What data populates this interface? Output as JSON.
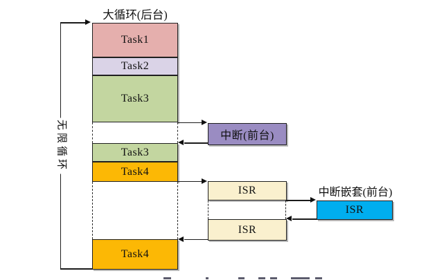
{
  "title": "大循环(后台)",
  "loop_label": "无限循环",
  "tasks": {
    "task1": {
      "label": "Task1",
      "color": "#E5AFAD"
    },
    "task2": {
      "label": "Task2",
      "color": "#DAD3E7"
    },
    "task3": {
      "label": "Task3",
      "color": "#C3D6A0"
    },
    "task3_resume": {
      "label": "Task3",
      "color": "#C3D6A0"
    },
    "task4": {
      "label": "Task4",
      "color": "#FCB805"
    },
    "task4_resume": {
      "label": "Task4",
      "color": "#FCB805"
    }
  },
  "interrupt": {
    "label": "中断(前台)",
    "color": "#9A8CC2"
  },
  "isr_first": {
    "label": "ISR",
    "color": "#FAF0CE"
  },
  "isr_second": {
    "label": "ISR",
    "color": "#FAF0CE"
  },
  "nested": {
    "title": "中断嵌套(前台)",
    "isr_label": "ISR",
    "color": "#00AEEF"
  },
  "line_color": "#1f1f1f"
}
